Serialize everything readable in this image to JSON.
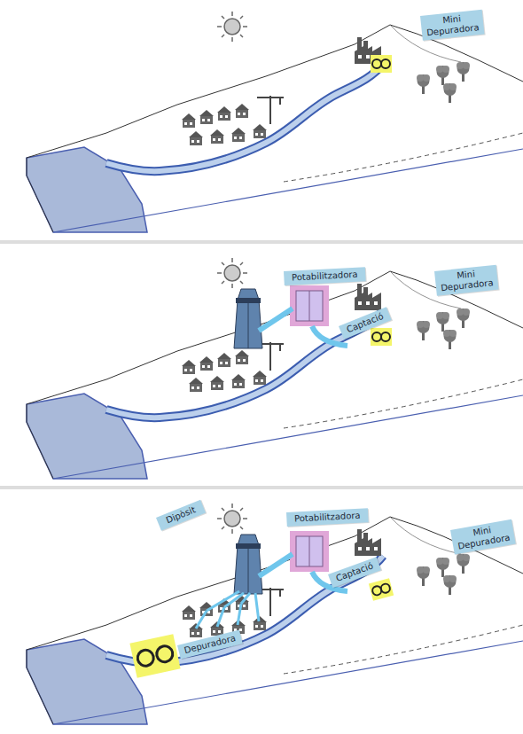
{
  "diagram": {
    "nodes": [
      {
        "text": [
          "Mini Depuradora"
        ]
      },
      {
        "text": [
          "Potabilitzadora"
        ]
      },
      {
        "text": [
          "Mini Depuradora"
        ]
      },
      {
        "text": [
          "Captació"
        ]
      },
      {
        "text": [
          "Dipòsit"
        ]
      },
      {
        "text": [
          "Potabilitzadora"
        ]
      },
      {
        "text": [
          "Mini Depuradora"
        ]
      },
      {
        "text": [
          "Captació"
        ]
      },
      {
        "text": [
          "Depuradora"
        ]
      }
    ]
  }
}
